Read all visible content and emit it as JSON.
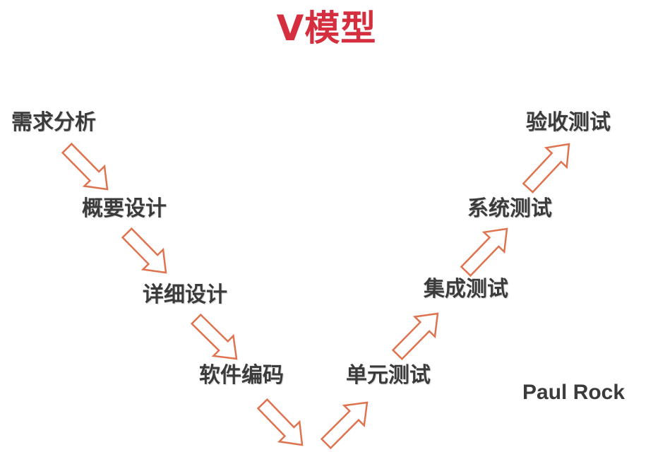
{
  "title": "V模型",
  "stages": [
    {
      "id": "requirements",
      "label": "需求分析"
    },
    {
      "id": "high-level-design",
      "label": "概要设计"
    },
    {
      "id": "detailed-design",
      "label": "详细设计"
    },
    {
      "id": "coding",
      "label": "软件编码"
    },
    {
      "id": "unit-test",
      "label": "单元测试"
    },
    {
      "id": "integration-test",
      "label": "集成测试"
    },
    {
      "id": "system-test",
      "label": "系统测试"
    },
    {
      "id": "acceptance-test",
      "label": "验收测试"
    }
  ],
  "author": "Paul Rock",
  "colors": {
    "title": "#d42e3f",
    "stage_text": "#3b3b3b",
    "arrow_stroke": "#e0734f",
    "arrow_fill": "#ffffff"
  }
}
